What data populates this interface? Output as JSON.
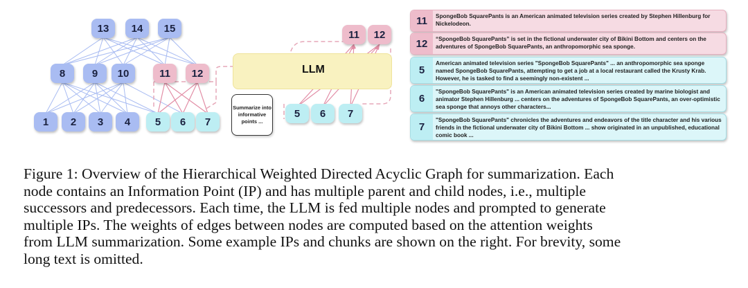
{
  "diagram": {
    "nodes": {
      "n1": "1",
      "n2": "2",
      "n3": "3",
      "n4": "4",
      "n5": "5",
      "n6": "6",
      "n7": "7",
      "n8": "8",
      "n9": "9",
      "n10": "10",
      "n11": "11",
      "n12": "12",
      "n13": "13",
      "n14": "14",
      "n15": "15",
      "r5": "5",
      "r6": "6",
      "r7": "7",
      "r11": "11",
      "r12": "12"
    },
    "llm_label": "LLM",
    "summarize_box": "Summarize into informative points ...",
    "colors": {
      "blue": "#a9bcf2",
      "pink": "#eebccb",
      "cyan": "#bdeef3",
      "llm": "#f9f2c0"
    }
  },
  "ip_list": [
    {
      "id": "11",
      "text": "SpongeBob SquarePants is an American animated television series created by Stephen Hillenburg for Nickelodeon."
    },
    {
      "id": "12",
      "text": "“SpongeBob SquarePants” is set in the fictional underwater city of Bikini Bottom and centers on the adventures of SpongeBob SquarePants, an anthropomorphic sea sponge."
    },
    {
      "id": "5",
      "text": "American animated television series \"SpongeBob SquarePants\" ... an anthropomorphic sea sponge named SpongeBob SquarePants, attempting to get a job at a local restaurant called the Krusty Krab. However, he is tasked to find a seemingly non-existent ..."
    },
    {
      "id": "6",
      "text": "\"SpongeBob SquarePants\" is an American animated television series created by marine biologist and animator Stephen Hillenburg ... centers on the adventures of SpongeBob SquarePants, an over-optimistic sea sponge that annoys other characters..."
    },
    {
      "id": "7",
      "text": "\"SpongeBob SquarePants\" chronicles the adventures and endeavors of the title character and his various friends in the fictional underwater city of Bikini Bottom ... show originated in an unpublished, educational comic book ..."
    }
  ],
  "caption": {
    "line1": "Figure 1: Overview of the Hierarchical Weighted Directed Acyclic Graph for summarization. Each",
    "line2": "node contains an Information Point (IP) and has multiple parent and child nodes, i.e., multiple",
    "line3": "successors and predecessors. Each time, the LLM is fed multiple nodes and prompted to generate",
    "line4": "multiple IPs.  The weights of edges between nodes are computed based on the attention weights",
    "line5": "from LLM summarization. Some example IPs and chunks are shown on the right. For brevity, some",
    "line6": "long text is omitted."
  }
}
